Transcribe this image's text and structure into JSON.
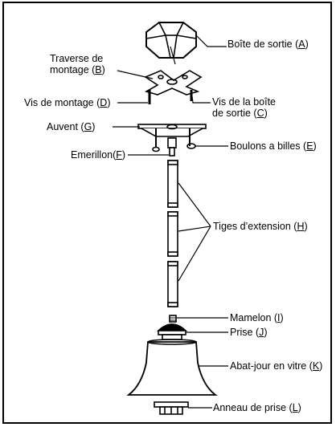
{
  "labels": {
    "a": {
      "text": "Boîte de sortie (",
      "letter": "A",
      "close": ")"
    },
    "b1": {
      "text": "Traverse de"
    },
    "b2": {
      "text": "montage (",
      "letter": "B",
      "close": ")"
    },
    "d": {
      "text": "Vis de montage (",
      "letter": "D",
      "close": ")"
    },
    "c1": {
      "text": "Vis de la boîte"
    },
    "c2": {
      "text": "de sortie (",
      "letter": "C",
      "close": ")"
    },
    "g": {
      "text": "Auvent (",
      "letter": "G",
      "close": ")"
    },
    "e": {
      "text": "Boulons a billes (",
      "letter": "E",
      "close": ")"
    },
    "f": {
      "text": "Emerillon(",
      "letter": "F",
      "close": ")"
    },
    "h": {
      "text": "Tiges d’extension (",
      "letter": "H",
      "close": ")"
    },
    "i": {
      "text": "Mamelon (",
      "letter": "I",
      "close": ")"
    },
    "j": {
      "text": "Prise (",
      "letter": "J",
      "close": ")"
    },
    "k": {
      "text": "Abat-jour en vitre (",
      "letter": "K",
      "close": ")"
    },
    "l": {
      "text": "Anneau de prise (",
      "letter": "L",
      "close": ")"
    }
  }
}
